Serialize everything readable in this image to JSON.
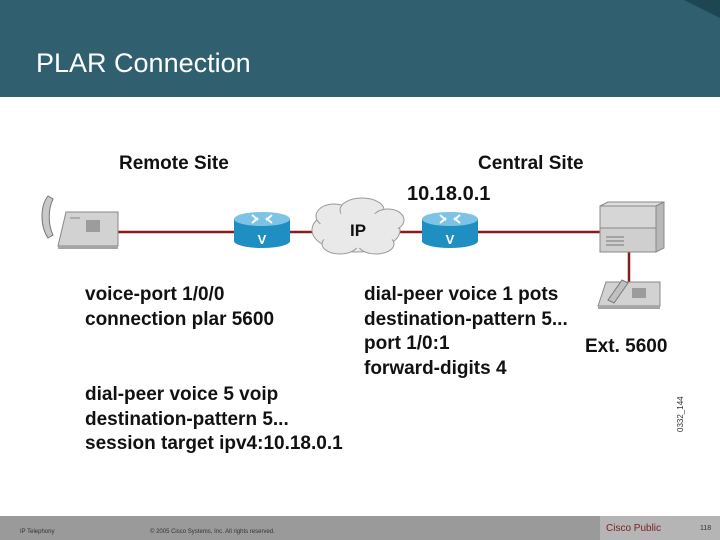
{
  "slide": {
    "title": "PLAR Connection"
  },
  "diagram": {
    "remote_site_label": "Remote Site",
    "central_site_label": "Central Site",
    "ip_address_label": "10.18.0.1",
    "cloud_label": "IP",
    "router_glyph": "V",
    "extension_label": "Ext. 5600",
    "figure_id": "0332_144",
    "link_color": "#8b1a1a",
    "router_color": "#1e8fc0"
  },
  "config": {
    "remote_voice_port": [
      "voice-port 1/0/0",
      "connection plar 5600"
    ],
    "remote_dial_peer": [
      "dial-peer voice 5 voip",
      "destination-pattern 5...",
      "session target ipv4:10.18.0.1"
    ],
    "central_dial_peer": [
      "dial-peer voice 1 pots",
      "destination-pattern 5...",
      "port 1/0:1",
      "forward-digits 4"
    ]
  },
  "footer": {
    "course": "IP Telephony",
    "copyright": "© 2005 Cisco Systems, Inc. All rights reserved.",
    "classification": "Cisco Public",
    "page_number": "118"
  }
}
